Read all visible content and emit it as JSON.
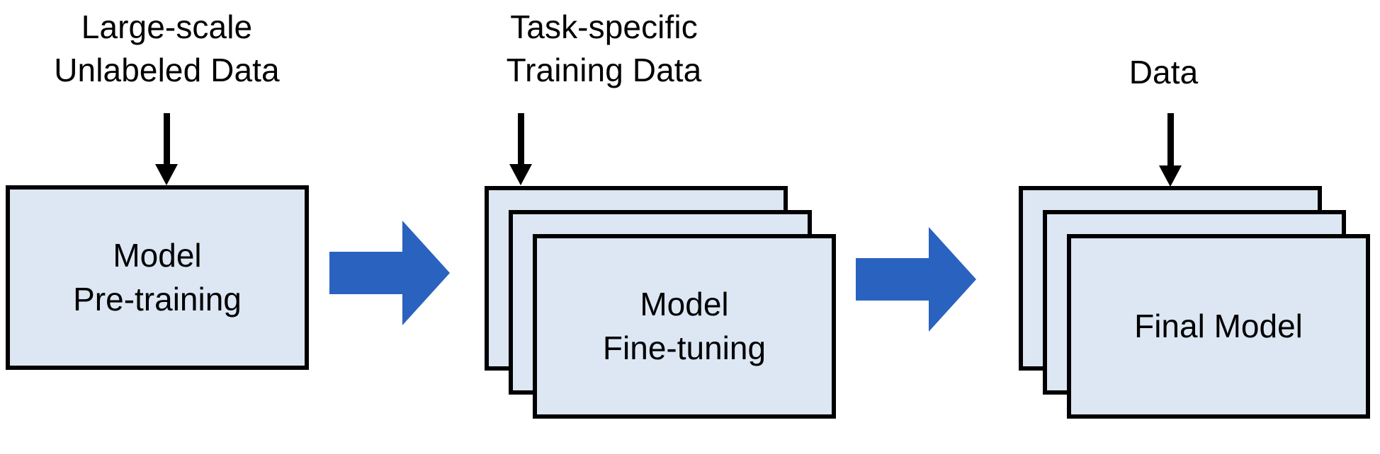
{
  "diagram": {
    "title": "Pre-training, Fine-tuning and Final Model pipeline",
    "background_color": "#FFFFFF",
    "box_fill_color": "#DCE7F3",
    "box_border_color": "#000000",
    "arrow_color": "#2A62BF",
    "text_color": "#000000"
  },
  "stages": [
    {
      "id": "pretraining",
      "caption": "Large-scale\nUnlabeled Data",
      "box_label": "Model\nPre-training",
      "stacked": false,
      "stack_count": 1
    },
    {
      "id": "finetuning",
      "caption": "Task-specific\nTraining Data",
      "box_label": "Model\nFine-tuning",
      "stacked": true,
      "stack_count": 3
    },
    {
      "id": "final-model",
      "caption": "Data",
      "box_label": "Final Model",
      "stacked": true,
      "stack_count": 3
    }
  ],
  "connectors": {
    "down_arrow_1": "data-input-arrow",
    "down_arrow_2": "data-input-arrow",
    "down_arrow_3": "data-input-arrow",
    "block_arrow_1": "flow-arrow-pretraining-to-finetuning",
    "block_arrow_2": "flow-arrow-finetuning-to-final-model"
  }
}
